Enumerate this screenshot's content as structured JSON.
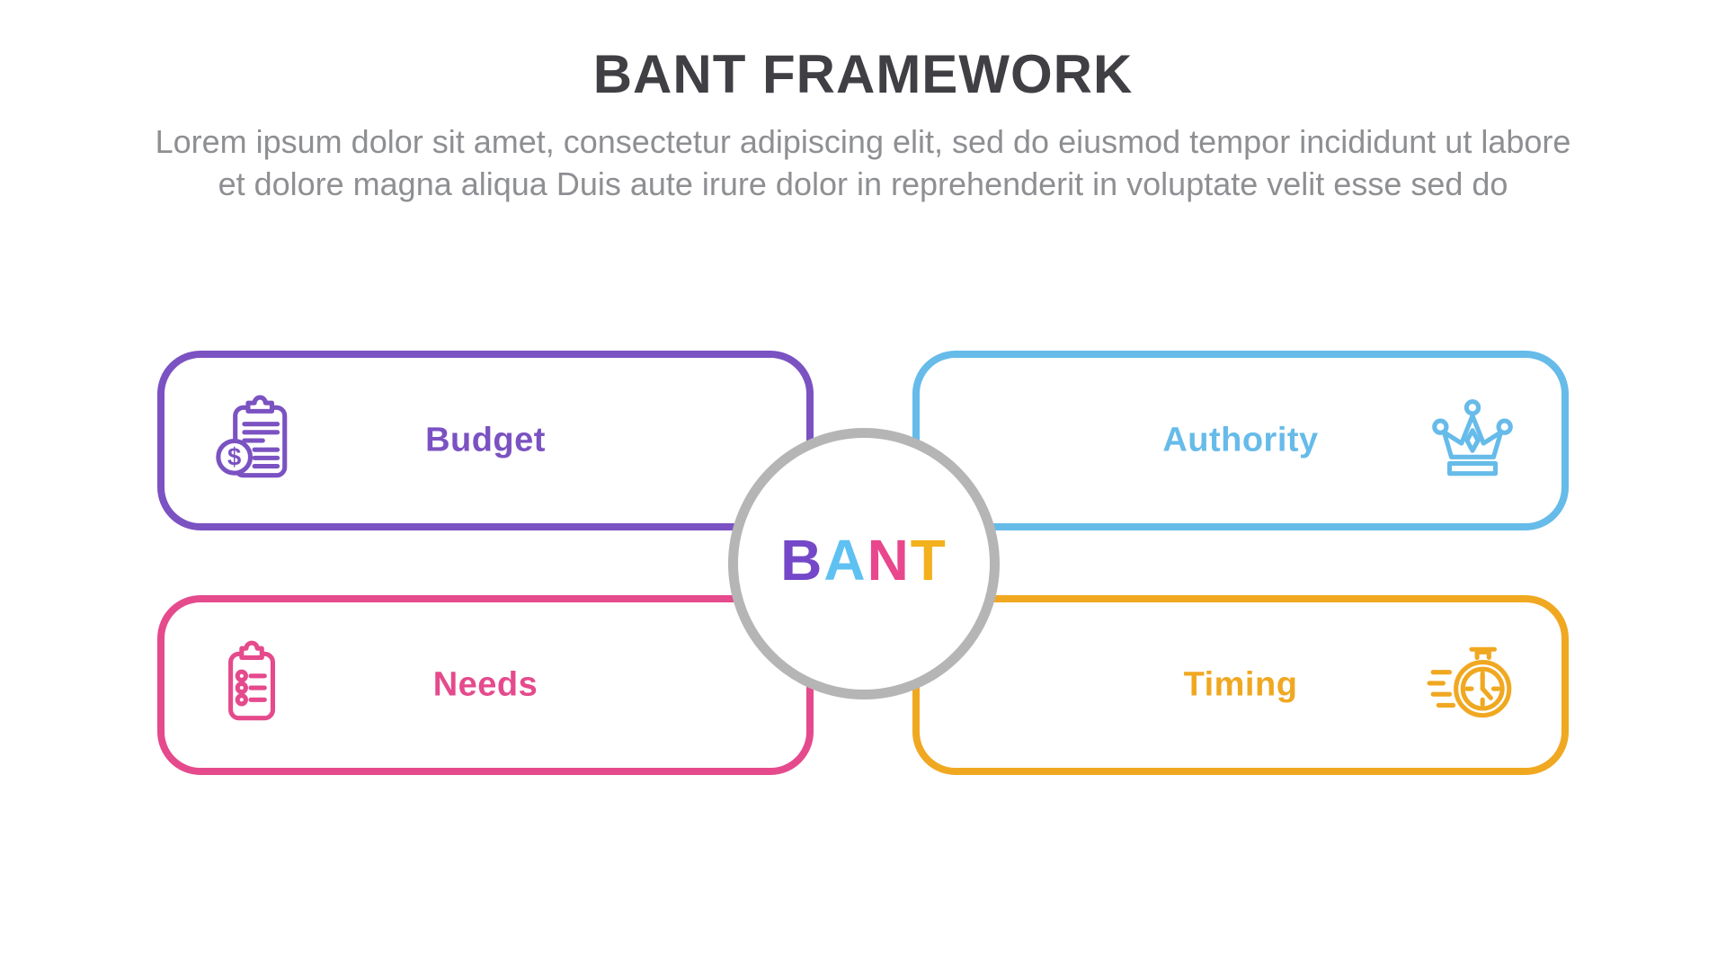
{
  "header": {
    "title": "BANT FRAMEWORK",
    "subtitle_line1": "Lorem ipsum dolor sit amet, consectetur adipiscing elit, sed do eiusmod tempor incididunt ut labore",
    "subtitle_line2": "et dolore magna aliqua Duis aute irure dolor in reprehenderit in voluptate velit esse sed do"
  },
  "center": {
    "word": "BANT",
    "circle_border_color": "#b5b5b6",
    "letters": [
      {
        "char": "B",
        "color": "#7448c8"
      },
      {
        "char": "A",
        "color": "#5ec1f2"
      },
      {
        "char": "N",
        "color": "#e8478d"
      },
      {
        "char": "T",
        "color": "#f3b11d"
      }
    ]
  },
  "quadrants": [
    {
      "id": "budget",
      "label": "Budget",
      "color": "#7b52c2",
      "icon": "clipboard-dollar-icon",
      "position": "top-left"
    },
    {
      "id": "authority",
      "label": "Authority",
      "color": "#66bbe9",
      "icon": "crown-icon",
      "position": "top-right"
    },
    {
      "id": "needs",
      "label": "Needs",
      "color": "#e54a8c",
      "icon": "clipboard-list-icon",
      "position": "bottom-left"
    },
    {
      "id": "timing",
      "label": "Timing",
      "color": "#f0a821",
      "icon": "stopwatch-icon",
      "position": "bottom-right"
    }
  ],
  "colors": {
    "title_text": "#3f3f44",
    "subtitle_text": "#8e8f92",
    "background": "#ffffff"
  }
}
